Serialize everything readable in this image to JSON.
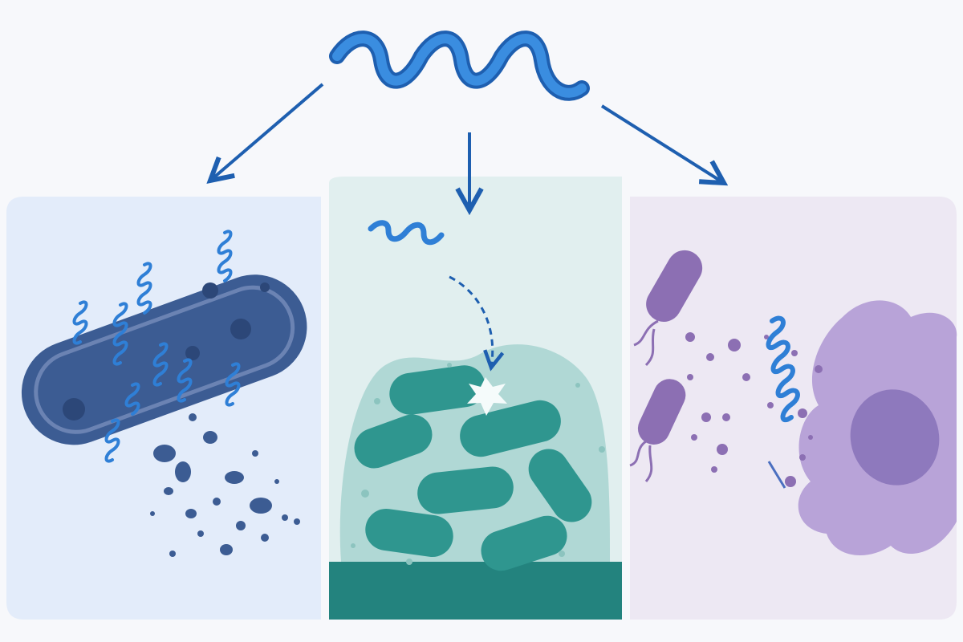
{
  "diagram": {
    "type": "illustration",
    "text": "",
    "source": {
      "label": "",
      "icon": "peptide-helix-icon"
    },
    "panels": [
      {
        "id": "membrane-disruption",
        "icon": "bacterium-lysis-icon",
        "label": ""
      },
      {
        "id": "biofilm-penetration",
        "icon": "biofilm-icon",
        "label": ""
      },
      {
        "id": "immunomodulation",
        "icon": "immune-cell-icon",
        "label": ""
      }
    ],
    "colors": {
      "page_background": "#f7f8fb",
      "helix": "#2f7fd6",
      "helix_dark": "#1e5fb0",
      "arrow": "#1e5fb0",
      "panel1_bg": "#e3ecfa",
      "bacterium": "#3c5c93",
      "bacterium_inner": "#50699c",
      "debris": "#3c5c93",
      "panel2_bg": "#e1efef",
      "biofilm_matrix": "#a7d4d0",
      "biofilm_bacteria": "#2f968f",
      "substrate": "#23837e",
      "panel3_bg": "#ede8f3",
      "bacteria_purple": "#8c6fb3",
      "immune_cell": "#b8a3d8",
      "immune_nucleus": "#8e79bd"
    }
  }
}
